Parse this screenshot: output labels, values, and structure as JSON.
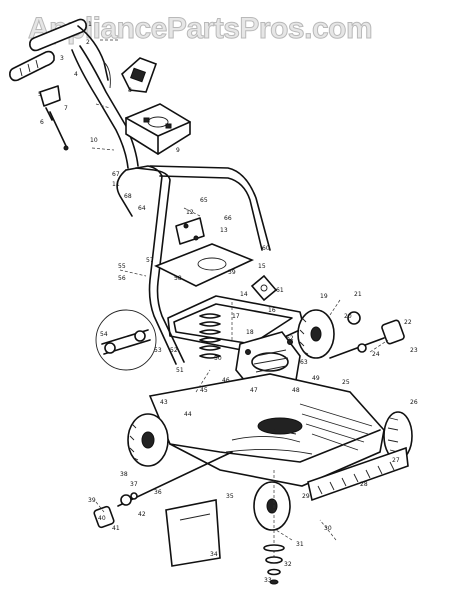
{
  "watermark": {
    "text": "AppliancePartsPros.com"
  },
  "callouts": [
    "1",
    "2",
    "3",
    "4",
    "5",
    "6",
    "7",
    "8",
    "9",
    "10",
    "11",
    "12",
    "13",
    "14",
    "15",
    "16",
    "17",
    "18",
    "19",
    "20",
    "21",
    "22",
    "23",
    "24",
    "25",
    "26",
    "27",
    "28",
    "29",
    "30",
    "31",
    "32",
    "33",
    "34",
    "35",
    "36",
    "37",
    "38",
    "39",
    "40",
    "41",
    "42",
    "43",
    "44",
    "45",
    "46",
    "47",
    "48",
    "49",
    "50",
    "51",
    "52",
    "53",
    "54",
    "55",
    "56",
    "57",
    "58",
    "59",
    "60",
    "61",
    "62",
    "63",
    "64",
    "65",
    "66",
    "67",
    "68"
  ],
  "icons": {
    "diagram": "lawn-mower-exploded-view"
  }
}
